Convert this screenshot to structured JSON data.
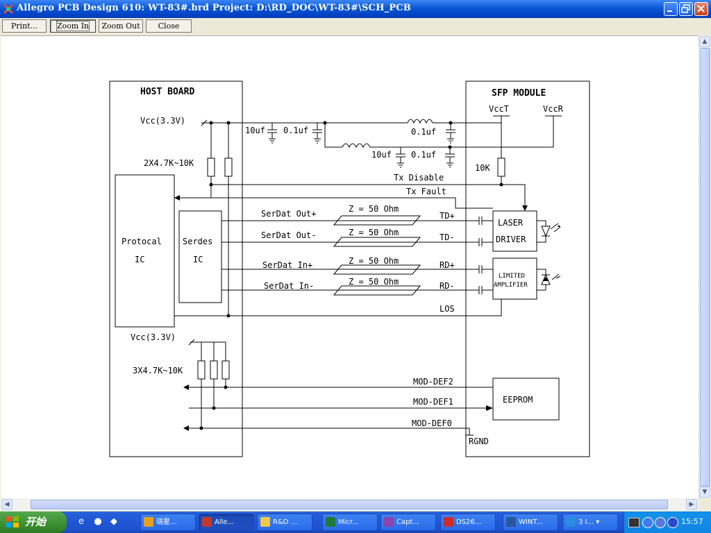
{
  "window": {
    "title": "Allegro PCB Design 610: WT-83#.brd  Project: D:\\RD_DOC\\WT-83#\\SCH_PCB",
    "minimize_icon": "minimize-icon",
    "maximize_icon": "restore-icon",
    "close_icon": "close-icon"
  },
  "toolbar": {
    "print_label": "Print...",
    "zoom_in_label": "Zoom In",
    "zoom_out_label": "Zoom Out",
    "close_label": "Close"
  },
  "schematic": {
    "host_board_title": "HOST BOARD",
    "sfp_module_title": "SFP MODULE",
    "vcc_top": "Vcc(3.3V)",
    "vcc_bottom": "Vcc(3.3V)",
    "res_pair": "2X4.7K~10K",
    "res_triple": "3X4.7K~10K",
    "cap_10uf_a": "10uf",
    "cap_01uf_a": "0.1uf",
    "cap_01uf_b": "0.1uf",
    "cap_10uf_b": "10uf",
    "cap_01uf_c": "0.1uf",
    "vcct": "VccT",
    "vccr": "VccR",
    "res_10k": "10K",
    "tx_disable": "Tx Disable",
    "tx_fault": "Tx Fault",
    "protocol_ic_line1": "Protocal",
    "protocol_ic_line2": "IC",
    "serdes_line1": "Serdes",
    "serdes_line2": "IC",
    "serdat_out_p": "SerDat Out+",
    "serdat_out_n": "SerDat Out-",
    "serdat_in_p": "SerDat In+",
    "serdat_in_n": "SerDat In-",
    "impedance_1": "Z = 50 Ohm",
    "impedance_2": "Z = 50 Ohm",
    "impedance_3": "Z = 50 Ohm",
    "impedance_4": "Z = 50 Ohm",
    "td_p": "TD+",
    "td_n": "TD-",
    "rd_p": "RD+",
    "rd_n": "RD-",
    "los": "LOS",
    "laser_line1": "LASER",
    "laser_line2": "DRIVER",
    "limamp_line1": "LIMITED",
    "limamp_line2": "AMPLIFIER",
    "mod_def2": "MOD-DEF2",
    "mod_def1": "MOD-DEF1",
    "mod_def0": "MOD-DEF0",
    "eeprom": "EEPROM",
    "rgnd": "RGND"
  },
  "taskbar": {
    "start_label": "开始",
    "tasks": [
      {
        "label": "瑞星...",
        "icon": "rising-icon",
        "color": "#e6a020"
      },
      {
        "label": "Alle...",
        "icon": "allegro-icon",
        "color": "#c0392b"
      },
      {
        "label": "R&D ...",
        "icon": "folder-icon",
        "color": "#f3c84a"
      },
      {
        "label": "Micr...",
        "icon": "excel-icon",
        "color": "#1f7a3a"
      },
      {
        "label": "Capt...",
        "icon": "capture-icon",
        "color": "#8e44ad"
      },
      {
        "label": "DS26...",
        "icon": "pdf-icon",
        "color": "#d02b2b"
      },
      {
        "label": "WINT...",
        "icon": "word-icon",
        "color": "#2b579a"
      },
      {
        "label": "3 I...",
        "icon": "ie-icon",
        "color": "#2a8de0"
      }
    ],
    "clock": "15:57"
  }
}
